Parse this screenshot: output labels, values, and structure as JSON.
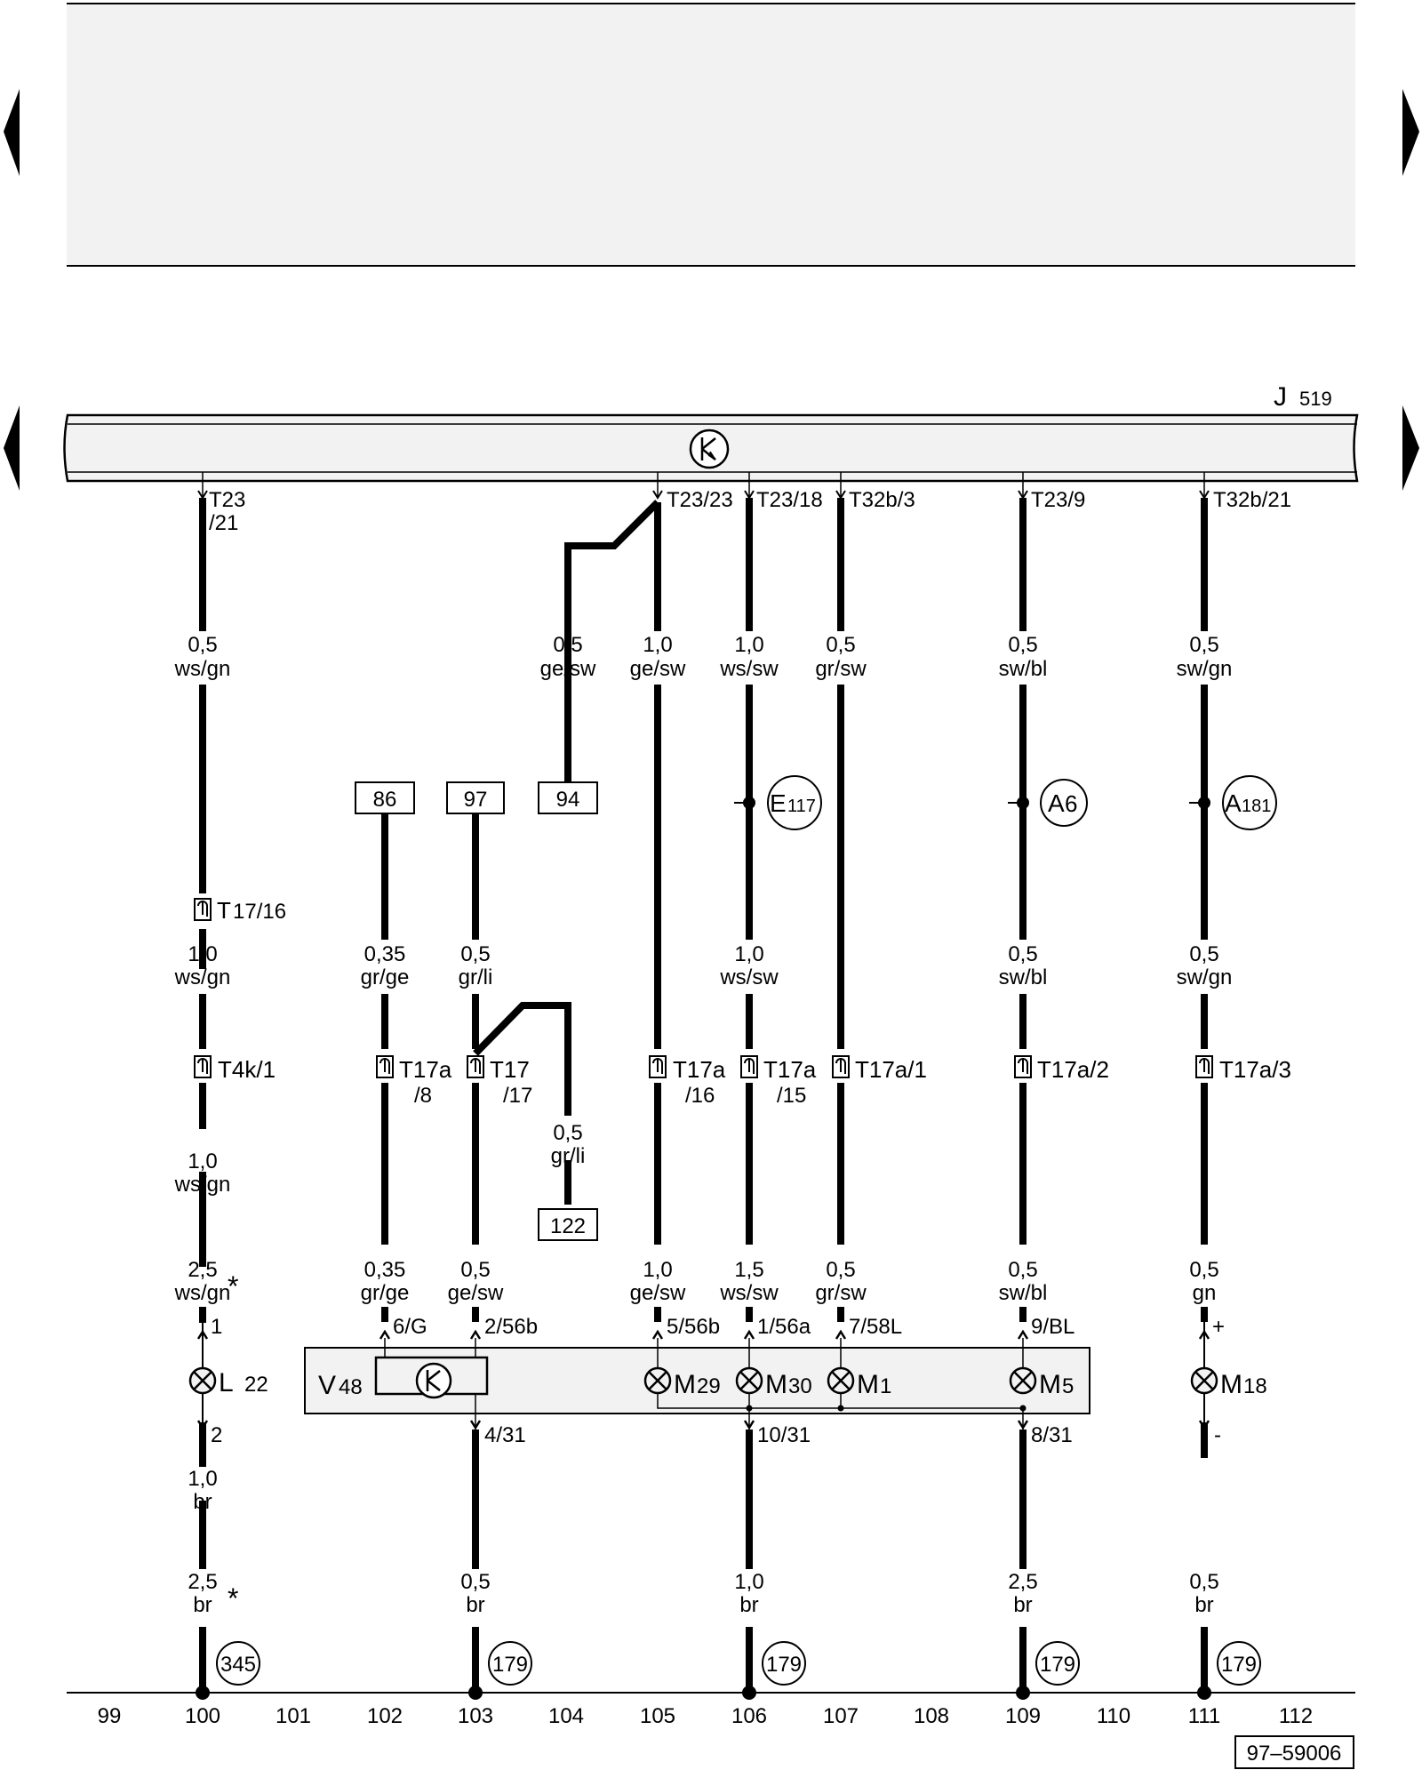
{
  "header": {
    "controller_label": "J",
    "controller_number": "519"
  },
  "footer": {
    "track_numbers": [
      "99",
      "100",
      "101",
      "102",
      "103",
      "104",
      "105",
      "106",
      "107",
      "108",
      "109",
      "110",
      "111",
      "112"
    ],
    "figure_id": "97–59006"
  },
  "nav": {
    "arrow_icon": "triangle-arrow-icon"
  },
  "terminals": [
    {
      "line1": "T23",
      "line2": "/21"
    },
    {
      "line1": "T23/23",
      "line2": ""
    },
    {
      "line1": "T23/18",
      "line2": ""
    },
    {
      "line1": "T32b/3",
      "line2": ""
    },
    {
      "line1": "T23/9",
      "line2": ""
    },
    {
      "line1": "T32b/21",
      "line2": ""
    }
  ],
  "wires_top": [
    {
      "size": "0,5",
      "color": "ws/gn"
    },
    {
      "size": "0,5",
      "color": "ge/sw"
    },
    {
      "size": "1,0",
      "color": "ge/sw"
    },
    {
      "size": "1,0",
      "color": "ws/sw"
    },
    {
      "size": "0,5",
      "color": "gr/sw"
    },
    {
      "size": "0,5",
      "color": "sw/bl"
    },
    {
      "size": "0,5",
      "color": "sw/gn"
    }
  ],
  "references": [
    "86",
    "97",
    "94",
    "122"
  ],
  "splices": [
    {
      "letter": "E",
      "number": "117"
    },
    {
      "letter": "A",
      "number": "6"
    },
    {
      "letter": "A",
      "number": "181"
    }
  ],
  "connector_t17_16": {
    "base": "T",
    "sub": "17/16"
  },
  "wires_mid": [
    {
      "size": "1,0",
      "color": "ws/gn"
    },
    {
      "size": "0,35",
      "color": "gr/ge"
    },
    {
      "size": "0,5",
      "color": "gr/li"
    },
    {
      "size": "1,0",
      "color": "ws/sw"
    },
    {
      "size": "0,5",
      "color": "sw/bl"
    },
    {
      "size": "0,5",
      "color": "sw/gn"
    }
  ],
  "connectors": [
    {
      "line1": "T4k/1",
      "line2": ""
    },
    {
      "line1": "T17a",
      "line2": "/8"
    },
    {
      "line1": "T17",
      "line2": "/17"
    },
    {
      "line1": "T17a",
      "line2": "/16"
    },
    {
      "line1": "T17a",
      "line2": "/15"
    },
    {
      "line1": "T17a/1",
      "line2": ""
    },
    {
      "line1": "T17a/2",
      "line2": ""
    },
    {
      "line1": "T17a/3",
      "line2": ""
    }
  ],
  "wire_branch_122": {
    "size": "0,5",
    "color": "gr/li"
  },
  "wire_100_mid": {
    "size": "1,0",
    "color": "ws/gn"
  },
  "wires_lower": [
    {
      "size": "2,5",
      "color": "ws/gn"
    },
    {
      "size": "0,35",
      "color": "gr/ge"
    },
    {
      "size": "0,5",
      "color": "ge/sw"
    },
    {
      "size": "1,0",
      "color": "ge/sw"
    },
    {
      "size": "1,5",
      "color": "ws/sw"
    },
    {
      "size": "0,5",
      "color": "gr/sw"
    },
    {
      "size": "0,5",
      "color": "sw/bl"
    },
    {
      "size": "0,5",
      "color": "gn"
    }
  ],
  "asterisk": "*",
  "pins_top": [
    "1",
    "6/G",
    "2/56b",
    "5/56b",
    "1/56a",
    "7/58L",
    "9/BL",
    "+"
  ],
  "pins_bottom": [
    "2",
    "4/31",
    "10/31",
    "8/31",
    "-"
  ],
  "component_l22": {
    "letter": "L",
    "number": "22"
  },
  "component_v48": {
    "letter": "V",
    "number": "48"
  },
  "lamps": [
    {
      "letter": "M",
      "number": "29"
    },
    {
      "letter": "M",
      "number": "30"
    },
    {
      "letter": "M",
      "number": "1"
    },
    {
      "letter": "M",
      "number": "5"
    },
    {
      "letter": "M",
      "number": "18"
    }
  ],
  "wires_bottom": [
    {
      "size": "1,0",
      "color": "br"
    },
    {
      "size": "2,5",
      "color": "br"
    },
    {
      "size": "0,5",
      "color": "br"
    },
    {
      "size": "1,0",
      "color": "br"
    },
    {
      "size": "2,5",
      "color": "br"
    },
    {
      "size": "0,5",
      "color": "br"
    }
  ],
  "grounds": [
    "345",
    "179",
    "179",
    "179",
    "179"
  ]
}
